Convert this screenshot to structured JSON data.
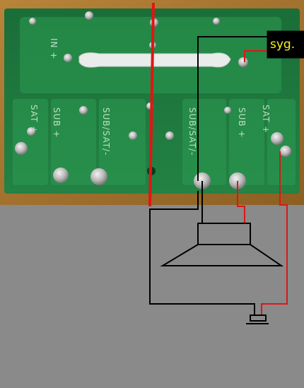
{
  "board_labels": {
    "in_plus": "IN +",
    "sat_plus_left": "SAT +",
    "sub_plus_left": "SUB +",
    "sub_sat_minus_left": "SUB/SAT/-",
    "sub_sat_minus_right": "SUB/SAT/-",
    "sub_plus_right": "SUB +",
    "sat_plus_right": "SAT +"
  },
  "signal_box": {
    "label": "syg."
  },
  "colors": {
    "background": "#8a8a8a",
    "wood": "#a8762a",
    "pcb": "#1f7a3e",
    "pcb_trace": "#2c9a52",
    "solder": "#c9c9c9",
    "signal_wire": "#000000",
    "positive_wire": "#e01515",
    "center_line": "#e01515",
    "signal_box_fill": "#000000",
    "signal_box_text": "#f5f514"
  },
  "icons": {
    "woofer": "woofer-speaker-icon",
    "tweeter": "tweeter-speaker-icon"
  }
}
